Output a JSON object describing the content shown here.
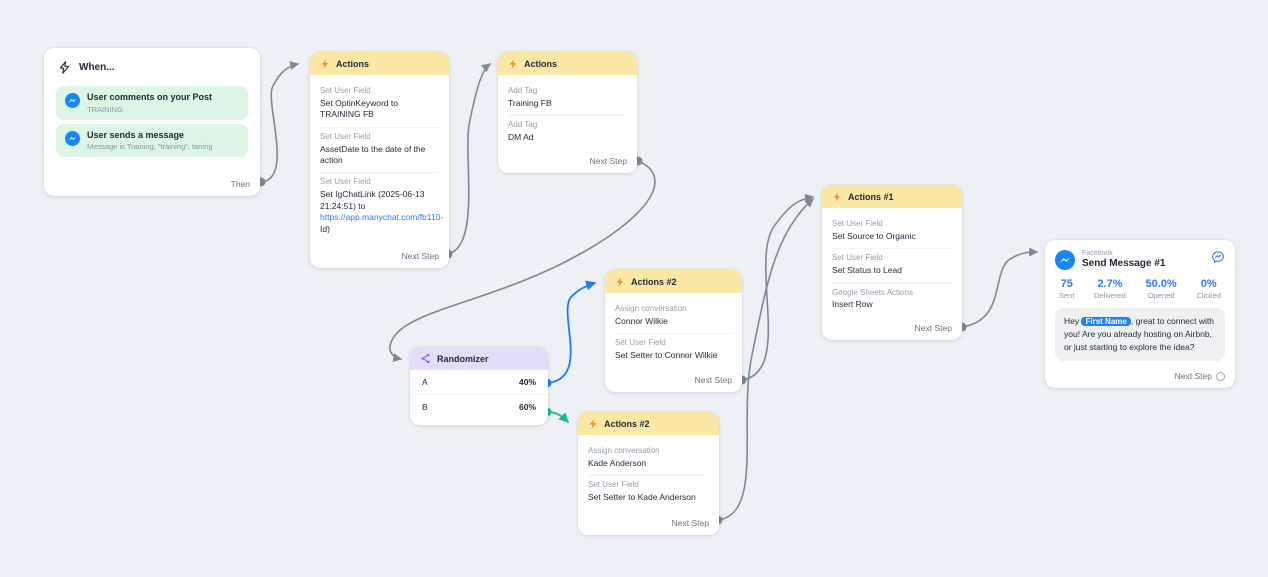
{
  "colors": {
    "canvas_bg": "#edf0f4",
    "action_header": "#fbe8a4",
    "randomizer_header": "#e3ddf8",
    "trigger_bg": "#ddf5e4",
    "wire_gray": "#7f8899",
    "wire_blue": "#1b7ff2",
    "wire_green": "#12bf8c",
    "accent_blue": "#2e7bf0",
    "pill_blue": "#1d82f5"
  },
  "nodes": {
    "when": {
      "title": "When...",
      "triggers": [
        {
          "title": "User comments on your Post",
          "subtitle": "TRAINING"
        },
        {
          "title": "User sends a message",
          "subtitle": "Message is Training, \"training\", taning"
        }
      ],
      "output_label": "Then"
    },
    "actions_top": {
      "title": "Actions",
      "items": [
        {
          "label": "Set User Field",
          "value": "Set OptinKeyword to TRAINING FB"
        },
        {
          "label": "Set User Field",
          "value": "AssetDate to the date of the action"
        },
        {
          "label": "Set User Field",
          "value_prefix": "Set IgChatLink (2025-06-13 21:24:51) to ",
          "link": "https://app.manychat.com/fb110-",
          "value_suffix": "Id)"
        }
      ],
      "output_label": "Next Step"
    },
    "actions_tags": {
      "title": "Actions",
      "items": [
        {
          "label": "Add Tag",
          "value": "Training FB"
        },
        {
          "label": "Add Tag",
          "value": "DM Ad"
        }
      ],
      "output_label": "Next Step"
    },
    "actions_one": {
      "title": "Actions #1",
      "items": [
        {
          "label": "Set User Field",
          "value": "Set Source to Organic"
        },
        {
          "label": "Set User Field",
          "value": "Set Status to Lead"
        },
        {
          "label": "Google Sheets Actions",
          "value": "Insert Row"
        }
      ],
      "output_label": "Next Step"
    },
    "actions_connor": {
      "title": "Actions #2",
      "items": [
        {
          "label": "Assign conversation",
          "value": "Connor Wilkie"
        },
        {
          "label": "Set User Field",
          "value": "Set Setter to Connor Wilkie"
        }
      ],
      "output_label": "Next Step"
    },
    "randomizer": {
      "title": "Randomizer",
      "rows": [
        {
          "label": "A",
          "value": "40%"
        },
        {
          "label": "B",
          "value": "60%"
        }
      ]
    },
    "actions_kade": {
      "title": "Actions #2",
      "items": [
        {
          "label": "Assign conversation",
          "value": "Kade Anderson"
        },
        {
          "label": "Set User Field",
          "value": "Set Setter to Kade Anderson"
        }
      ],
      "output_label": "Next Step"
    },
    "send_message": {
      "channel": "Facebook",
      "title": "Send Message #1",
      "stats": [
        {
          "value": "75",
          "label": "Sent"
        },
        {
          "value": "2.7%",
          "label": "Delivered"
        },
        {
          "value": "50.0%",
          "label": "Opened"
        },
        {
          "value": "0%",
          "label": "Clicked"
        }
      ],
      "message_prefix": "Hey ",
      "message_pill": "First Name",
      "message_suffix": ", great to connect with you! Are you already hosting on Airbnb, or just starting to explore the idea?",
      "output_label": "Next Step"
    }
  }
}
